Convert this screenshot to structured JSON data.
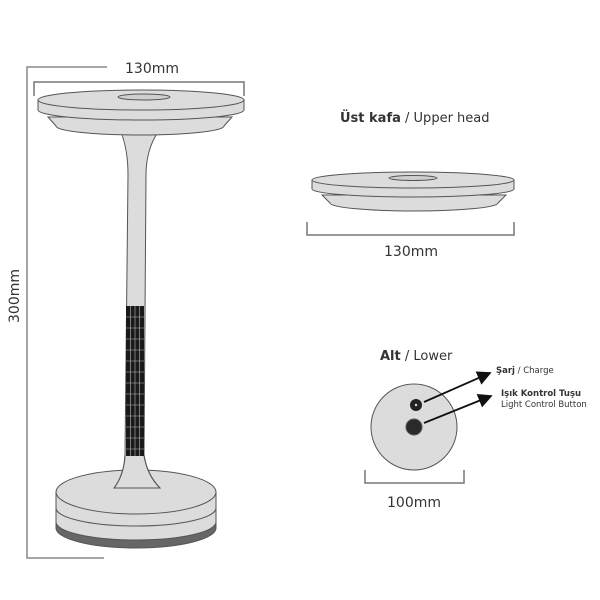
{
  "main_view": {
    "width_label": "130mm",
    "height_label": "300mm"
  },
  "upper_head": {
    "title_bold": "Üst kafa",
    "title_sep": " / ",
    "title_rest": "Upper head",
    "width_label": "130mm"
  },
  "lower": {
    "title_bold": "Alt",
    "title_sep": " / ",
    "title_rest": "Lower",
    "width_label": "100mm",
    "charge_bold": "Şarj",
    "charge_rest": " / Charge",
    "button_tr": "Işık Kontrol Tuşu",
    "button_en": "Light Control Button"
  },
  "colors": {
    "body": "#dcdcdc",
    "outline": "#555555",
    "dim_line": "#777777",
    "grille": "#1a1a1a"
  }
}
